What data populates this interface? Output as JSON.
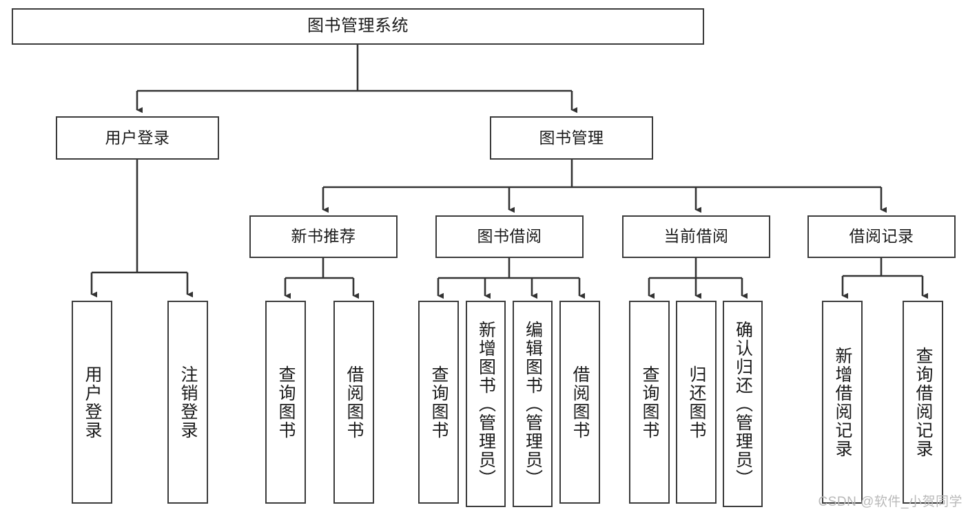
{
  "diagram": {
    "title": "图书管理系统",
    "type": "hierarchy-tree",
    "orientation": "top-down",
    "colors": {
      "box_border": "#3a3a3a",
      "box_fill": "#ffffff",
      "connector": "#333333",
      "text": "#1a1a1a",
      "watermark": "#b9b9b9"
    },
    "root": {
      "label": "图书管理系统"
    },
    "level2": [
      {
        "label": "用户登录"
      },
      {
        "label": "图书管理"
      }
    ],
    "level3": [
      {
        "label": "新书推荐"
      },
      {
        "label": "图书借阅"
      },
      {
        "label": "当前借阅"
      },
      {
        "label": "借阅记录"
      }
    ],
    "leaves": [
      {
        "label": "用户登录",
        "parent": "用户登录"
      },
      {
        "label": "注销登录",
        "parent": "用户登录"
      },
      {
        "label": "查询图书",
        "parent": "新书推荐"
      },
      {
        "label": "借阅图书",
        "parent": "新书推荐"
      },
      {
        "label": "查询图书",
        "parent": "图书借阅"
      },
      {
        "label": "新增图书（管理员）",
        "parent": "图书借阅"
      },
      {
        "label": "编辑图书（管理员）",
        "parent": "图书借阅"
      },
      {
        "label": "借阅图书",
        "parent": "图书借阅"
      },
      {
        "label": "查询图书",
        "parent": "当前借阅"
      },
      {
        "label": "归还图书",
        "parent": "当前借阅"
      },
      {
        "label": "确认归还（管理员）",
        "parent": "当前借阅"
      },
      {
        "label": "新增借阅记录",
        "parent": "借阅记录"
      },
      {
        "label": "查询借阅记录",
        "parent": "借阅记录"
      }
    ],
    "watermark": "CSDN @软件_小贺同学"
  }
}
